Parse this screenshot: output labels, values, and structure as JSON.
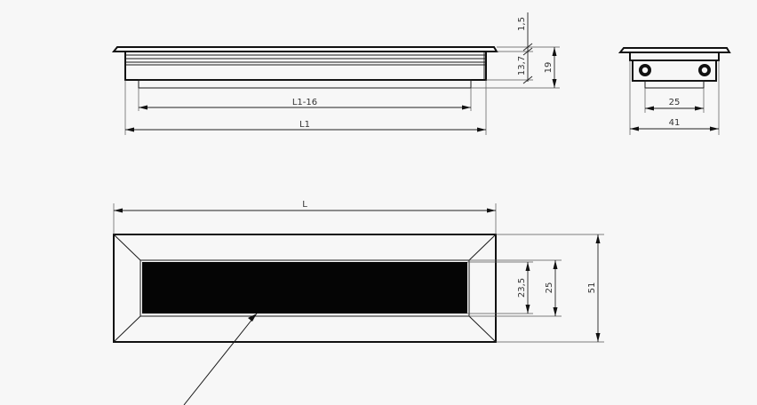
{
  "side_view": {
    "dimensions": {
      "length_inner": "L1-16",
      "length_overall": "L1",
      "flange_thickness": "1,5",
      "body_height": "13,7",
      "total_height": "19"
    }
  },
  "end_view": {
    "dimensions": {
      "inner_width": "25",
      "outer_width": "41"
    }
  },
  "top_view": {
    "dimensions": {
      "length": "L",
      "opening_inner": "23,5",
      "opening_outer": "25",
      "overall_width": "51"
    }
  }
}
